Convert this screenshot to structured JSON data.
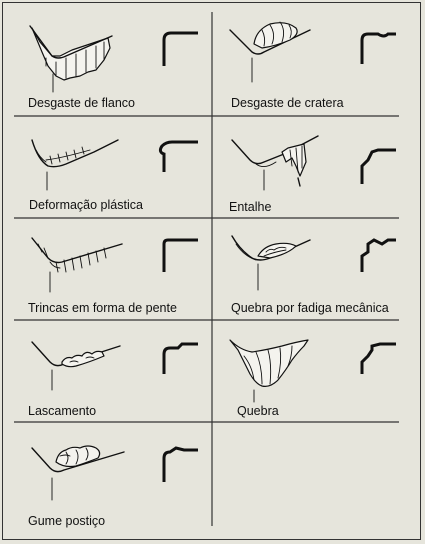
{
  "figure": {
    "panels": [
      {
        "id": "flank",
        "label": "Desgaste de flanco"
      },
      {
        "id": "crater",
        "label": "Desgaste de cratera"
      },
      {
        "id": "plastic",
        "label": "Deformação plástica"
      },
      {
        "id": "notch",
        "label": "Entalhe"
      },
      {
        "id": "comb",
        "label": "Trincas em forma de pente"
      },
      {
        "id": "fatigue",
        "label": "Quebra por fadiga mecânica"
      },
      {
        "id": "chipping",
        "label": "Lascamento"
      },
      {
        "id": "fracture",
        "label": "Quebra"
      },
      {
        "id": "bue",
        "label": "Gume postiço"
      }
    ]
  }
}
